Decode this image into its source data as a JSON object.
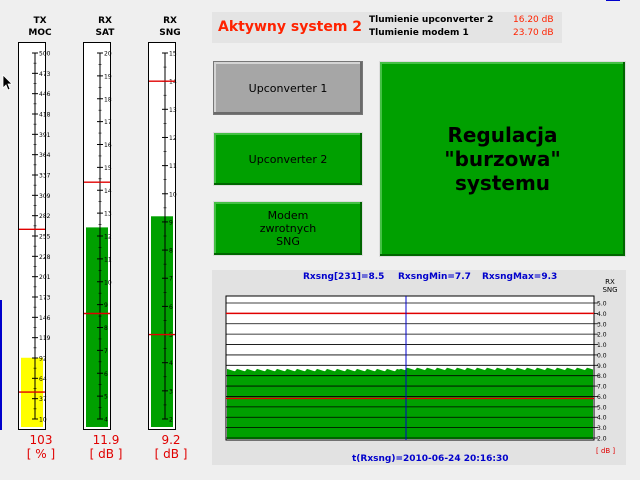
{
  "meters": [
    {
      "id": "tx-moc",
      "title_line1": "TX",
      "title_line2": "MOC",
      "value": "103",
      "unit": "[ % ]",
      "min": 10,
      "max": 500,
      "level": 92,
      "threshold": 264,
      "threshold2": 46,
      "fill_color": "#ffff00",
      "ticks": [
        "500",
        "473",
        "446",
        "418",
        "391",
        "364",
        "337",
        "309",
        "282",
        "255",
        "228",
        "201",
        "173",
        "146",
        "119",
        "92",
        "64",
        "37",
        "10"
      ]
    },
    {
      "id": "rx-sat",
      "title_line1": "RX",
      "title_line2": "SAT",
      "value": "11.9",
      "unit": "[ dB ]",
      "min": 3,
      "max": 20,
      "level": 11.9,
      "threshold": 14,
      "threshold2": 7.9,
      "fill_color": "#00a000",
      "ticks": [
        "20",
        "19",
        "18",
        "17",
        "16",
        "15",
        "14",
        "13",
        "12",
        "11",
        "10",
        "9",
        "8",
        "7",
        "6",
        "5",
        "4"
      ]
    },
    {
      "id": "rx-sng",
      "title_line1": "RX",
      "title_line2": "SNG",
      "value": "9.2",
      "unit": "[ dB ]",
      "min": 2,
      "max": 15,
      "level": 9.2,
      "threshold": 14,
      "threshold2": 5,
      "fill_color": "#00a000",
      "ticks": [
        "15",
        "14",
        "13",
        "12",
        "11",
        "10",
        "9",
        "8",
        "7",
        "6",
        "5",
        "4",
        "3",
        "2"
      ]
    }
  ],
  "status": {
    "system_label": "Aktywny system 2",
    "att_up_label": "Tlumienie upconverter 2",
    "att_up_value": "16.20 dB",
    "att_modem_label": "Tlumienie modem 1",
    "att_modem_value": "23.70 dB"
  },
  "buttons": {
    "upconverter1": "Upconverter 1",
    "upconverter2": "Upconverter 2",
    "modem_l1": "Modem",
    "modem_l2": "zwrotnych",
    "modem_l3": "SNG",
    "reg_l1": "Regulacja",
    "reg_l2": "\"burzowa\"",
    "reg_l3": "systemu"
  },
  "plot": {
    "rx_current": "Rxsng[231]=8.5",
    "rx_min": "RxsngMin=7.7",
    "rx_max": "RxsngMax=9.3",
    "axis_title_l1": "RX",
    "axis_title_l2": "SNG",
    "axis_unit": "[ dB ]",
    "timestamp": "t(Rxsng)=2010-06-24 20:16:30",
    "y_ticks": [
      "5.0",
      "4.0",
      "3.0",
      "2.0",
      "1.0",
      "0.0",
      "9.0",
      "8.0",
      "7.0",
      "6.0",
      "5.0",
      "4.0",
      "3.0",
      "2.0"
    ]
  },
  "colors": {
    "green": "#00a000",
    "red": "#e00000",
    "blue": "#0000cc",
    "yellow": "#ffff00"
  }
}
